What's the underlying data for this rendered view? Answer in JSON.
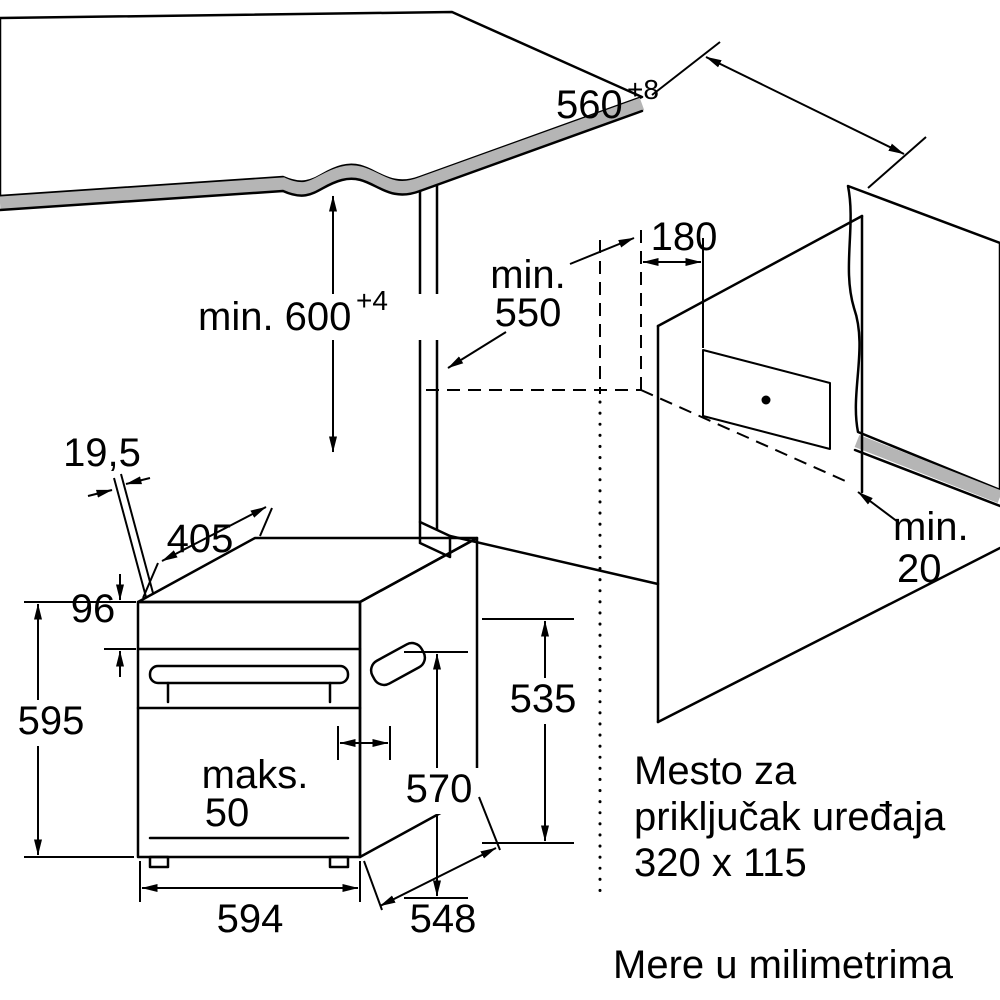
{
  "niche": {
    "width": "560",
    "width_sup": "+8",
    "height": "min. 600",
    "height_sup": "+4",
    "depth_label": "min.",
    "depth_value": "550",
    "connection_offset": "180",
    "rear_gap_label": "min.",
    "rear_gap_value": "20"
  },
  "oven": {
    "front_frame": "19,5",
    "top_depth": "405",
    "panel_height": "96",
    "height": "595",
    "handle_label": "maks.",
    "handle_value": "50",
    "front_height": "570",
    "rear_height": "535",
    "width": "594",
    "depth": "548"
  },
  "notes": {
    "connection_line1": "Mesto za",
    "connection_line2": "priključak uređaja",
    "connection_size": "320 x 115",
    "units": "Mere u milimetrima"
  },
  "colors": {
    "line": "#000000",
    "countertop_fill": "#ececec",
    "edge_band": "#b5b5b5",
    "background": "#ffffff"
  }
}
